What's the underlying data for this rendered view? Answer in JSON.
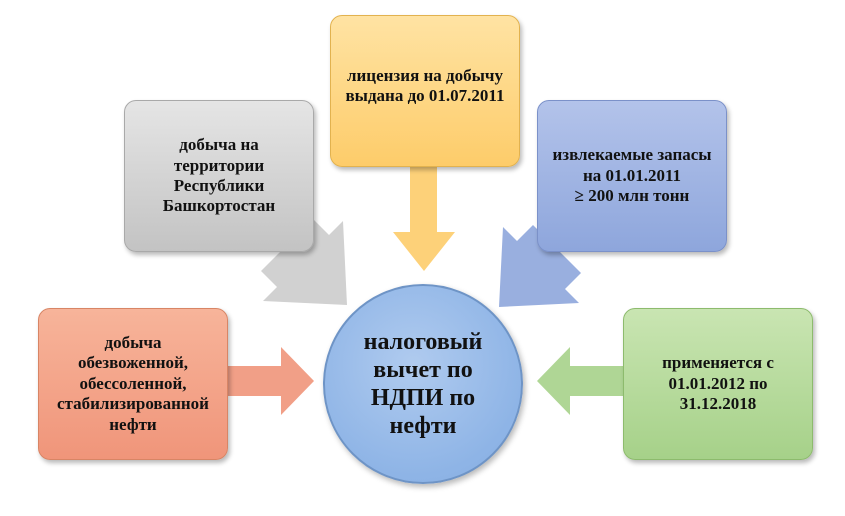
{
  "center": {
    "text": "налоговый\nвычет по\nНДПИ по\nнефти",
    "color": "#8eb4e6"
  },
  "nodes": {
    "top_left": {
      "text": "добыча на\nтерритории\nРеспублики\nБашкортостан",
      "color": "#c9c9c9"
    },
    "top": {
      "text": "лицензия на добычу\nвыдана до 01.07.2011",
      "color": "#fdcc6a"
    },
    "top_right": {
      "text": "извлекаемые запасы\nна 01.01.2011\n≥ 200 млн тонн",
      "color": "#8ea6dc"
    },
    "left": {
      "text": "добыча\nобезвоженной,\nобессоленной,\nстабилизированной\nнефти",
      "color": "#f0957a"
    },
    "right": {
      "text": "применяется с\n01.01.2012 по\n31.12.2018",
      "color": "#a6d189"
    }
  }
}
